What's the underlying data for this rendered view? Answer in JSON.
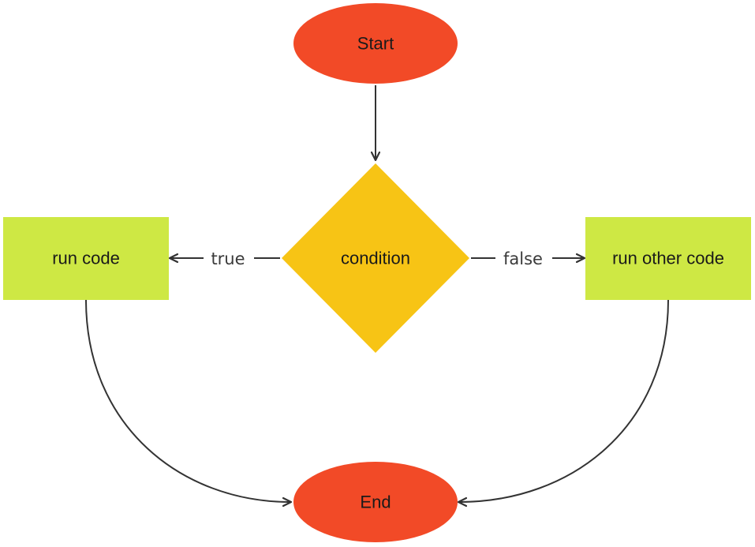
{
  "colors": {
    "terminal": "#F24A27",
    "decision": "#F7C415",
    "process": "#CEE844",
    "edge": "#333333"
  },
  "nodes": {
    "start": {
      "label": "Start",
      "shape": "ellipse"
    },
    "condition": {
      "label": "condition",
      "shape": "diamond"
    },
    "run_code": {
      "label": "run code",
      "shape": "rectangle"
    },
    "run_other_code": {
      "label": "run other code",
      "shape": "rectangle"
    },
    "end": {
      "label": "End",
      "shape": "ellipse"
    }
  },
  "edges": {
    "start_to_condition": {
      "from": "start",
      "to": "condition"
    },
    "true_branch": {
      "from": "condition",
      "to": "run_code",
      "label": "true"
    },
    "false_branch": {
      "from": "condition",
      "to": "run_other_code",
      "label": "false"
    },
    "run_code_to_end": {
      "from": "run_code",
      "to": "end"
    },
    "run_other_code_to_end": {
      "from": "run_other_code",
      "to": "end"
    }
  }
}
